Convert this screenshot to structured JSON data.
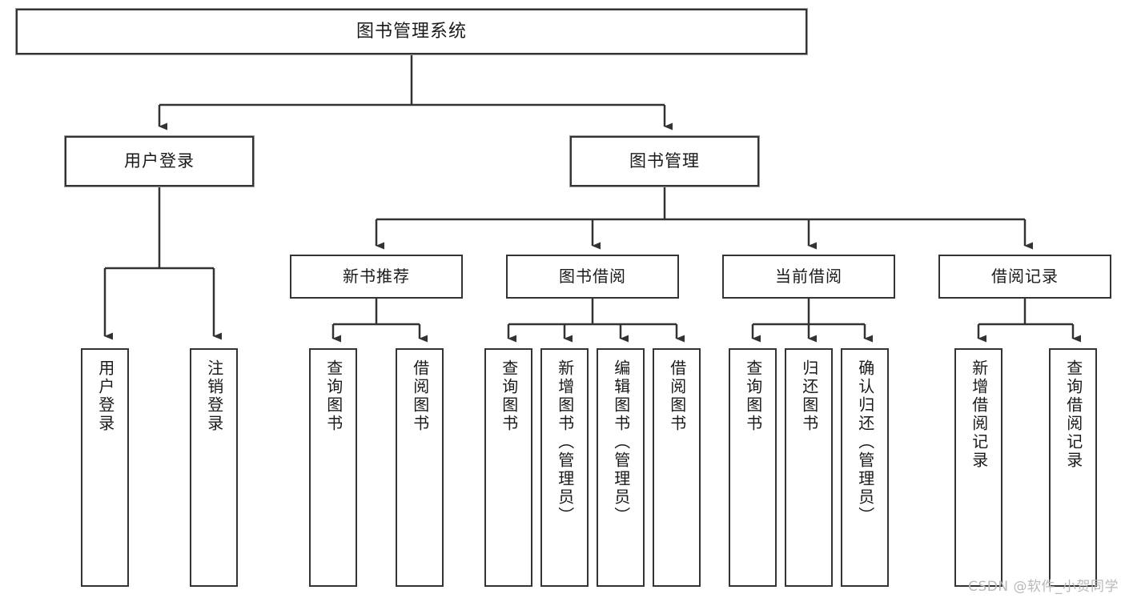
{
  "diagram": {
    "title": "图书管理系统",
    "type": "hierarchy-tree",
    "background_color": "#ffffff",
    "box_border_color": "#333333",
    "text_color": "#1a1a1a"
  },
  "root": {
    "label": "图书管理系统"
  },
  "level2": [
    {
      "label": "用户登录"
    },
    {
      "label": "图书管理"
    }
  ],
  "level3": [
    {
      "label": "新书推荐"
    },
    {
      "label": "图书借阅"
    },
    {
      "label": "当前借阅"
    },
    {
      "label": "借阅记录"
    }
  ],
  "leaves": {
    "user_login": [
      {
        "label": "用户登录"
      },
      {
        "label": "注销登录"
      }
    ],
    "new_book": [
      {
        "label": "查询图书"
      },
      {
        "label": "借阅图书"
      }
    ],
    "book_borrow": [
      {
        "label": "查询图书"
      },
      {
        "label": "新增图书（管理员）"
      },
      {
        "label": "编辑图书（管理员）"
      },
      {
        "label": "借阅图书"
      }
    ],
    "current_borrow": [
      {
        "label": "查询图书"
      },
      {
        "label": "归还图书"
      },
      {
        "label": "确认归还（管理员）"
      }
    ],
    "borrow_record": [
      {
        "label": "新增借阅记录"
      },
      {
        "label": "查询借阅记录"
      }
    ]
  },
  "watermark": {
    "text": "CSDN @软件_小贺同学",
    "color": "#b9b9b9"
  }
}
